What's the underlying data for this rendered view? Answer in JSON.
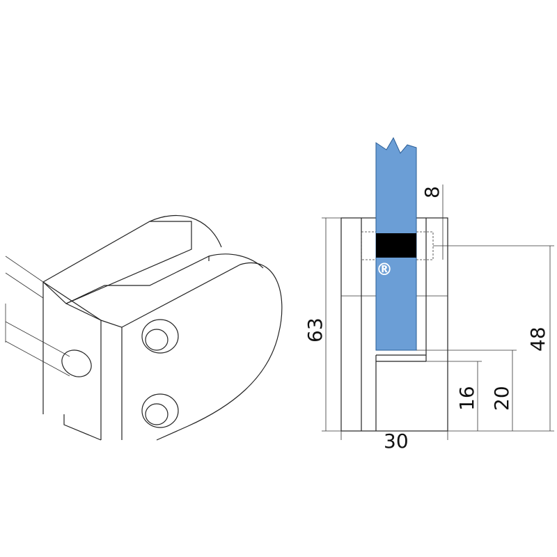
{
  "dimensions": {
    "glass_thickness": "8",
    "height_overall": "63",
    "height_clamp": "48",
    "base_inner": "16",
    "base_outer": "20",
    "width": "30"
  },
  "registered_mark": "®",
  "colors": {
    "glass": "#6b9ed6",
    "gasket": "#000000",
    "line": "#222222"
  }
}
